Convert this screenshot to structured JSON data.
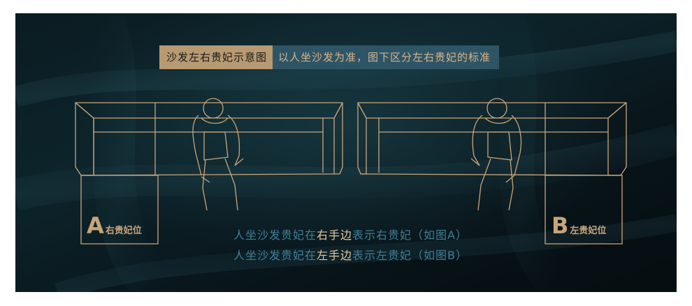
{
  "banner": {
    "title": "沙发左右贵妃示意图",
    "subtitle": "以人坐沙发为准，图下区分左右贵妃的标准"
  },
  "labels": {
    "a_letter": "A",
    "a_text": "右贵妃位",
    "b_letter": "B",
    "b_text": "左贵妃位"
  },
  "explanation": {
    "line1": {
      "prefix": "人坐沙发贵妃在",
      "highlight": "右手边",
      "suffix": "表示右贵妃（如图A）"
    },
    "line2": {
      "prefix": "人坐沙发贵妃在",
      "highlight": "左手边",
      "suffix": "表示左贵妃（如图B）"
    }
  },
  "colors": {
    "outline": "#c9a67a",
    "banner_left_bg": "#b89a72",
    "banner_right_bg": "#2e5566",
    "explain_text": "#3f7f97",
    "explain_highlight": "#e2c8a2"
  }
}
